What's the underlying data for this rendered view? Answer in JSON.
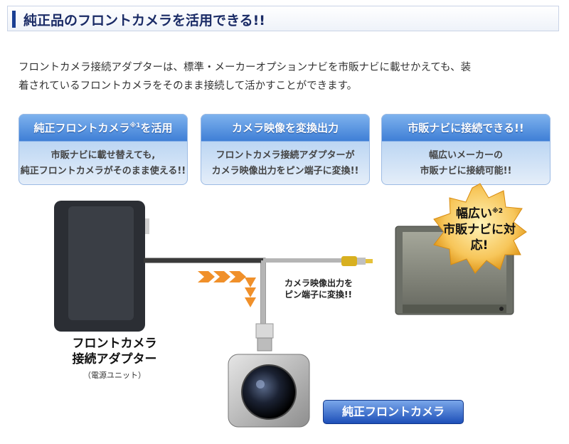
{
  "header": {
    "title": "純正品のフロントカメラを活用できる!!"
  },
  "intro": {
    "line1": "フロントカメラ接続アダプターは、標準・メーカーオプションナビを市販ナビに載せかえても、装",
    "line2": "着されているフロントカメラをそのまま接続して活かすことができます。"
  },
  "features": [
    {
      "title_main": "純正フロントカメラ",
      "title_sup": "※1",
      "title_tail": "を活用",
      "line1": "市販ナビに載せ替えても,",
      "line2": "純正フロントカメラがそのまま使える!!"
    },
    {
      "title": "カメラ映像を変換出力",
      "line1": "フロントカメラ接続アダプターが",
      "line2": "カメラ映像出力をピン端子に変換!!"
    },
    {
      "title": "市販ナビに接続できる!!",
      "line1": "幅広いメーカーの",
      "line2": "市販ナビに接続可能!!"
    }
  ],
  "adapter_label": {
    "line1": "フロントカメラ",
    "line2": "接続アダプター",
    "line3": "（電源ユニット）"
  },
  "convert_note": {
    "line1": "カメラ映像出力を",
    "line2": "ピン端子に変換!!"
  },
  "badge": {
    "line1": "幅広い",
    "sup": "※2",
    "line2": "市販ナビに対応!"
  },
  "camera_label": "純正フロントカメラ"
}
